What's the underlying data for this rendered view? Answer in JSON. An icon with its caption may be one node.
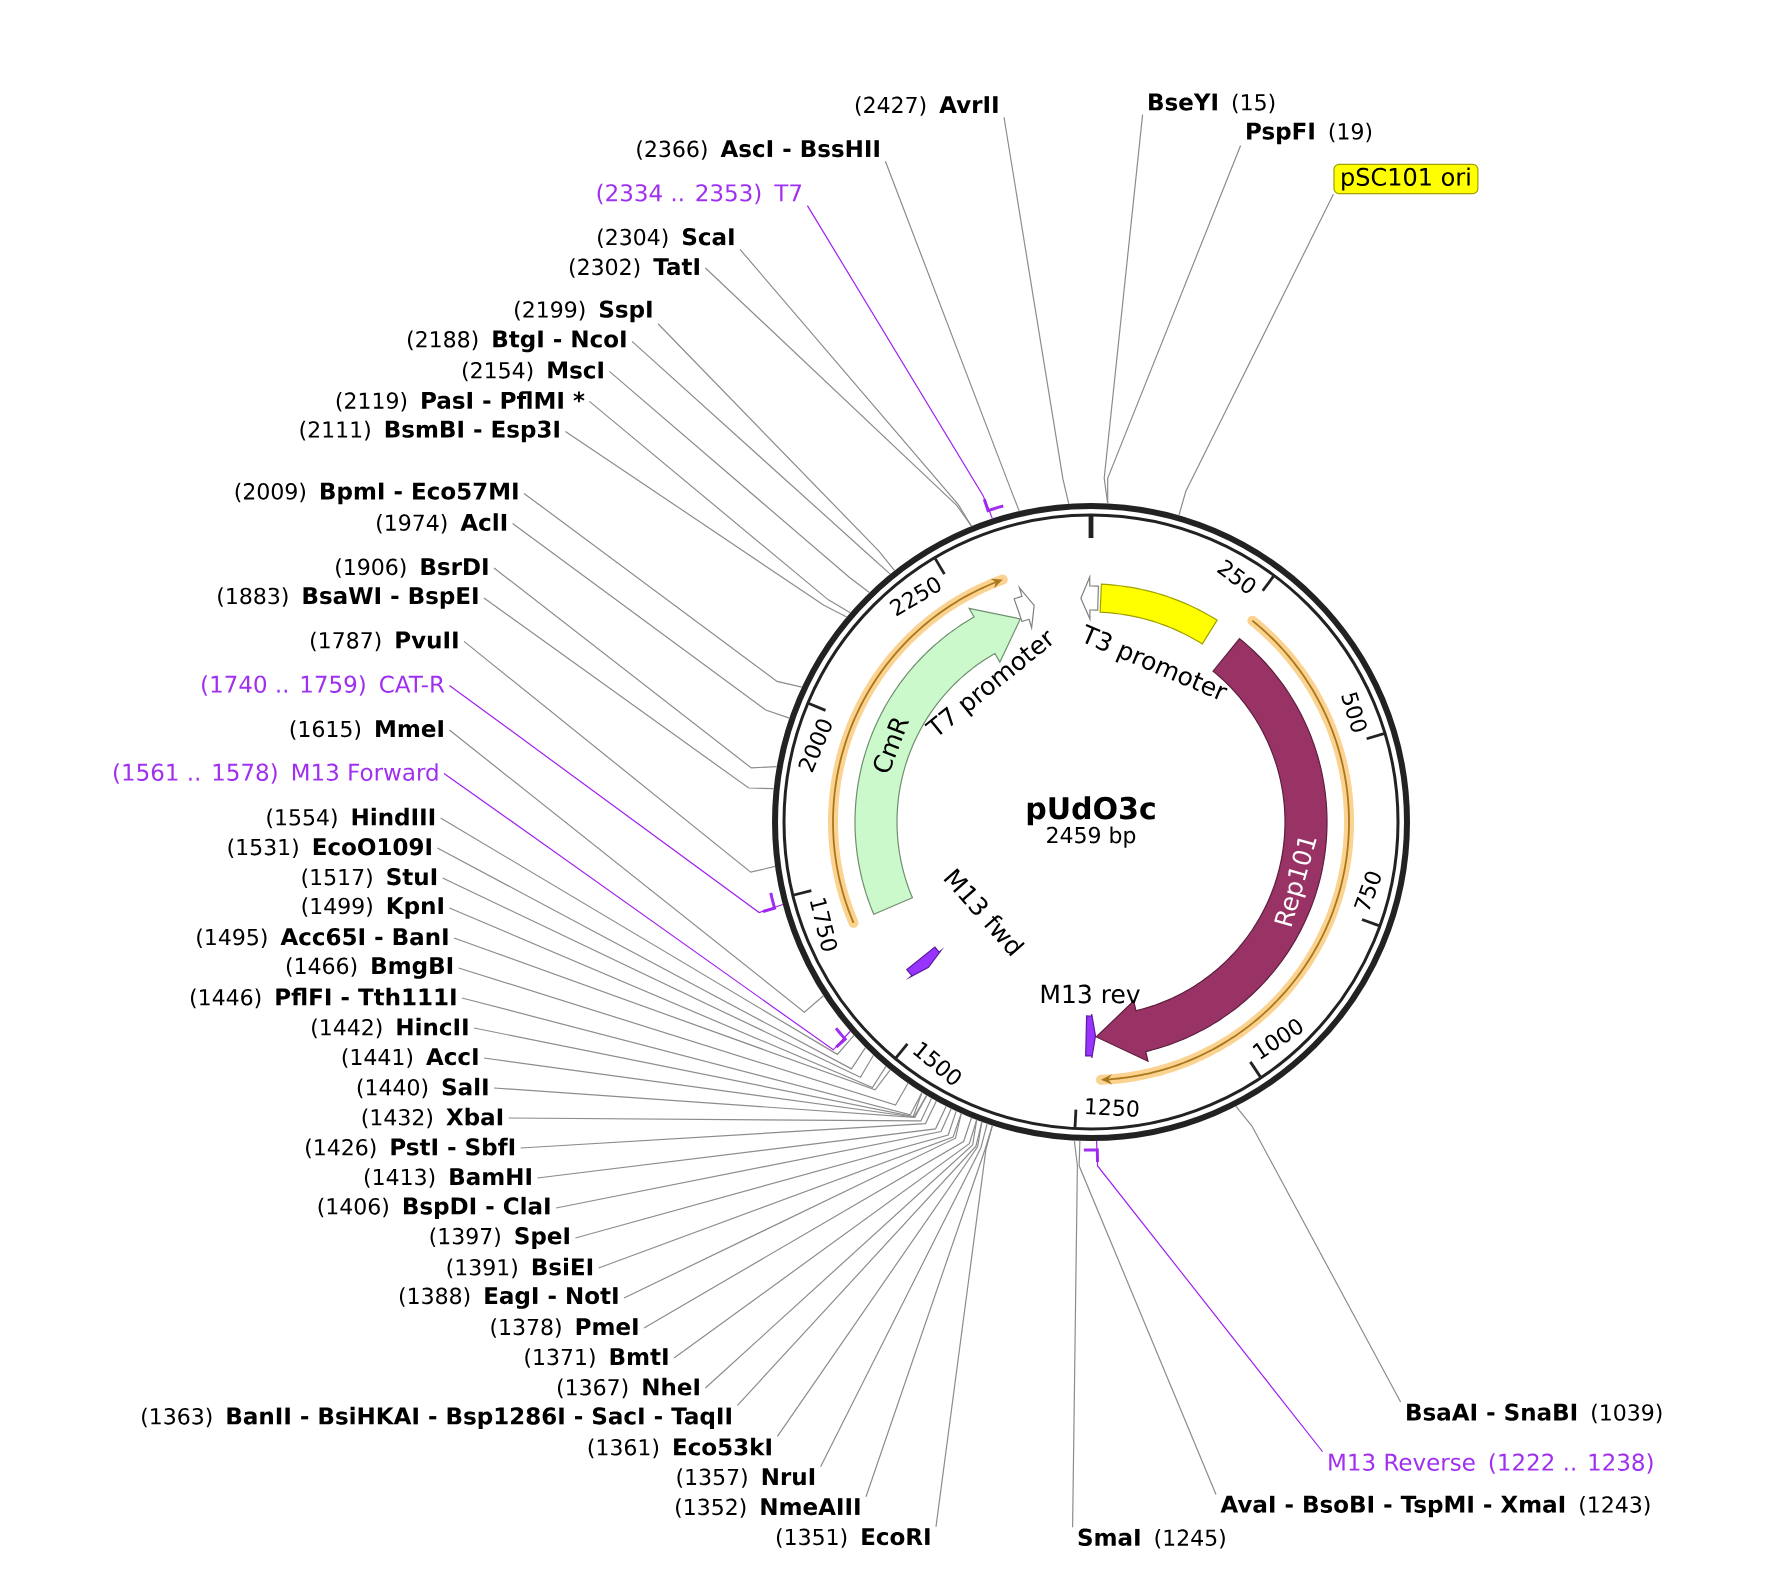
{
  "diagram": {
    "nodes": [
      {
        "text": [
          "pUdO3c",
          "2459 bp"
        ]
      },
      {
        "text": [
          "CmR"
        ],
        "in": 0
      },
      {
        "text": [
          "T7 promoter"
        ],
        "in": 0
      },
      {
        "text": [
          "T3 promoter"
        ],
        "in": 0
      },
      {
        "text": [],
        "shape": "bar",
        "in": 0
      },
      {
        "text": [
          "Rep101"
        ],
        "in": 0
      },
      {
        "text": [
          "M13 fwd"
        ],
        "in": 0
      },
      {
        "text": [
          "M13 rev"
        ],
        "in": 0
      },
      {
        "text": [
          "(2427)",
          "AvrII"
        ]
      },
      {
        "text": [
          "BseYI",
          "(15)"
        ]
      },
      {
        "text": [
          "PspFI",
          "(19)"
        ]
      },
      {
        "text": [
          "(2366)",
          "AscI - BssHII"
        ]
      },
      {
        "text": [
          "pSC101 ori"
        ]
      },
      {
        "text": [
          "(2334 .. 2353)",
          "T7"
        ]
      },
      {
        "text": [
          "(2304)",
          "ScaI"
        ]
      },
      {
        "text": [
          "(2302)",
          "TatI"
        ]
      },
      {
        "text": [
          "(2199)",
          "SspI"
        ]
      },
      {
        "text": [
          "(2188)",
          "BtgI - NcoI"
        ]
      },
      {
        "text": [
          "(2154)",
          "MscI"
        ]
      },
      {
        "text": [
          "(2119)",
          "PasI - PflMI *"
        ]
      },
      {
        "text": [
          "(2111)",
          "BsmBI - Esp3I"
        ]
      },
      {
        "text": [
          "(2009)",
          "BpmI - Eco57MI"
        ]
      },
      {
        "text": [
          "(1974)",
          "AclI"
        ]
      },
      {
        "text": [
          "(1906)",
          "BsrDI"
        ]
      },
      {
        "text": [
          "(1883)",
          "BsaWI - BspEI"
        ]
      },
      {
        "text": [
          "(1787)",
          "PvuII"
        ]
      },
      {
        "text": [
          "(1740 .. 1759)",
          "CAT-R"
        ]
      },
      {
        "text": [
          "(1615)",
          "MmeI"
        ]
      },
      {
        "text": [
          "(1561 .. 1578)",
          "M13 Forward"
        ]
      },
      {
        "text": [
          "(1554)",
          "HindIII"
        ]
      },
      {
        "text": [
          "(1531)",
          "EcoO109I"
        ]
      },
      {
        "text": [
          "(1517)",
          "StuI"
        ]
      },
      {
        "text": [
          "(1499)",
          "KpnI"
        ]
      },
      {
        "text": [
          "(1495)",
          "Acc65I - BanI"
        ]
      },
      {
        "text": [
          "(1466)",
          "BmgBI"
        ]
      },
      {
        "text": [
          "(1446)",
          "PflFI - Tth111I"
        ]
      },
      {
        "text": [
          "(1442)",
          "HincII"
        ]
      },
      {
        "text": [
          "(1441)",
          "AccI"
        ]
      },
      {
        "text": [
          "(1440)",
          "SalI"
        ]
      },
      {
        "text": [
          "(1432)",
          "XbaI"
        ]
      },
      {
        "text": [
          "(1426)",
          "PstI - SbfI"
        ]
      },
      {
        "text": [
          "(1413)",
          "BamHI"
        ]
      },
      {
        "text": [
          "(1406)",
          "BspDI - ClaI"
        ]
      },
      {
        "text": [
          "(1397)",
          "SpeI"
        ]
      },
      {
        "text": [
          "(1391)",
          "BsiEI"
        ]
      },
      {
        "text": [
          "(1388)",
          "EagI - NotI"
        ]
      },
      {
        "text": [
          "(1378)",
          "PmeI"
        ]
      },
      {
        "text": [
          "(1371)",
          "BmtI"
        ]
      },
      {
        "text": [
          "(1367)",
          "NheI"
        ]
      },
      {
        "text": [
          "BsaAI - SnaBI",
          "(1039)"
        ]
      },
      {
        "text": [
          "(1363)",
          "BanII - BsiHKAI - Bsp1286I - SacI - TaqII"
        ]
      },
      {
        "text": [
          "(1361)",
          "Eco53kI"
        ]
      },
      {
        "text": [
          "M13 Reverse",
          "(1222 .. 1238)"
        ]
      },
      {
        "text": [
          "(1357)",
          "NruI"
        ]
      },
      {
        "text": [
          "AvaI - BsoBI - TspMI - XmaI",
          "(1243)"
        ]
      },
      {
        "text": [
          "(1352)",
          "NmeAIII"
        ]
      },
      {
        "text": [
          "(1351)",
          "EcoRI"
        ]
      },
      {
        "text": [
          "SmaI",
          "(1245)"
        ]
      }
    ],
    "edges": [
      {
        "from": 8,
        "to": 0,
        "arrow": "none"
      },
      {
        "from": 9,
        "to": 0,
        "arrow": "none"
      },
      {
        "from": 10,
        "to": 0,
        "arrow": "none"
      },
      {
        "from": 11,
        "to": 0,
        "arrow": "none"
      },
      {
        "from": 12,
        "to": 0,
        "arrow": "none"
      },
      {
        "from": 13,
        "to": 0,
        "arrow": "none",
        "color": "#a020f0"
      },
      {
        "from": 14,
        "to": 0,
        "arrow": "none"
      },
      {
        "from": 15,
        "to": 0,
        "arrow": "none"
      },
      {
        "from": 16,
        "to": 0,
        "arrow": "none"
      },
      {
        "from": 17,
        "to": 0,
        "arrow": "none"
      },
      {
        "from": 18,
        "to": 0,
        "arrow": "none"
      },
      {
        "from": 19,
        "to": 0,
        "arrow": "none"
      },
      {
        "from": 20,
        "to": 0,
        "arrow": "none"
      },
      {
        "from": 21,
        "to": 0,
        "arrow": "none"
      },
      {
        "from": 22,
        "to": 0,
        "arrow": "none"
      },
      {
        "from": 23,
        "to": 0,
        "arrow": "none"
      },
      {
        "from": 24,
        "to": 0,
        "arrow": "none"
      },
      {
        "from": 25,
        "to": 0,
        "arrow": "none"
      },
      {
        "from": 26,
        "to": 0,
        "arrow": "none",
        "color": "#a020f0"
      },
      {
        "from": 27,
        "to": 0,
        "arrow": "none"
      },
      {
        "from": 28,
        "to": 0,
        "arrow": "none",
        "color": "#a020f0"
      },
      {
        "from": 29,
        "to": 0,
        "arrow": "none"
      },
      {
        "from": 30,
        "to": 0,
        "arrow": "none"
      },
      {
        "from": 31,
        "to": 0,
        "arrow": "none"
      },
      {
        "from": 32,
        "to": 0,
        "arrow": "none"
      },
      {
        "from": 33,
        "to": 0,
        "arrow": "none"
      },
      {
        "from": 34,
        "to": 0,
        "arrow": "none"
      },
      {
        "from": 35,
        "to": 0,
        "arrow": "none"
      },
      {
        "from": 36,
        "to": 0,
        "arrow": "none"
      },
      {
        "from": 37,
        "to": 0,
        "arrow": "none"
      },
      {
        "from": 38,
        "to": 0,
        "arrow": "none"
      },
      {
        "from": 39,
        "to": 0,
        "arrow": "none"
      },
      {
        "from": 40,
        "to": 0,
        "arrow": "none"
      },
      {
        "from": 41,
        "to": 0,
        "arrow": "none"
      },
      {
        "from": 42,
        "to": 0,
        "arrow": "none"
      },
      {
        "from": 43,
        "to": 0,
        "arrow": "none"
      },
      {
        "from": 44,
        "to": 0,
        "arrow": "none"
      },
      {
        "from": 45,
        "to": 0,
        "arrow": "none"
      },
      {
        "from": 46,
        "to": 0,
        "arrow": "none"
      },
      {
        "from": 47,
        "to": 0,
        "arrow": "none"
      },
      {
        "from": 48,
        "to": 0,
        "arrow": "none"
      },
      {
        "from": 49,
        "to": 0,
        "arrow": "none"
      },
      {
        "from": 50,
        "to": 0,
        "arrow": "none"
      },
      {
        "from": 51,
        "to": 0,
        "arrow": "none"
      },
      {
        "from": 52,
        "to": 0,
        "arrow": "none",
        "color": "#a020f0"
      },
      {
        "from": 53,
        "to": 0,
        "arrow": "none"
      },
      {
        "from": 54,
        "to": 0,
        "arrow": "none"
      },
      {
        "from": 55,
        "to": 0,
        "arrow": "none"
      },
      {
        "from": 56,
        "to": 0,
        "arrow": "none"
      },
      {
        "from": 57,
        "to": 0,
        "arrow": "none"
      }
    ],
    "labels": [
      "250",
      "500",
      "750",
      "1000",
      "1250",
      "1500",
      "1750",
      "2000",
      "2250"
    ]
  }
}
